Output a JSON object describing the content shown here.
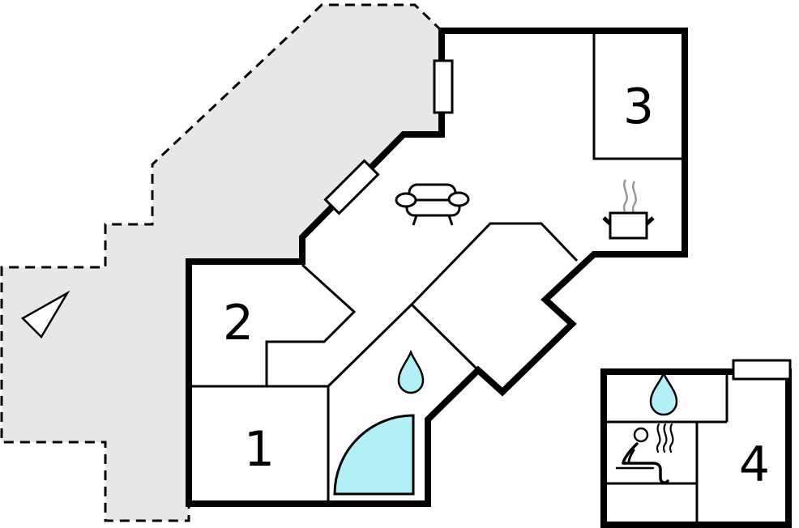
{
  "floorplan": {
    "kind": "holiday-home-floor-plan",
    "rooms": [
      {
        "label": "1"
      },
      {
        "label": "2"
      },
      {
        "label": "3"
      },
      {
        "label": "4"
      }
    ],
    "icons": {
      "north_arrow": "direction-arrow",
      "sofa": "sofa",
      "stove": "steaming-pot",
      "shower": "quarter-circle-shower",
      "water_drop_bathroom": "water-drop",
      "water_drop_annex": "water-drop",
      "sauna": "sauna-person-with-steam",
      "window_main_left": "window",
      "window_main_diagonal": "window",
      "window_annex_top": "window"
    },
    "colors": {
      "terrace": "#e7e7e7",
      "wall": "#000000",
      "water": "#b2f0f7",
      "steam": "#999999",
      "room_fill": "#ffffff",
      "background": "#ffffff"
    }
  }
}
